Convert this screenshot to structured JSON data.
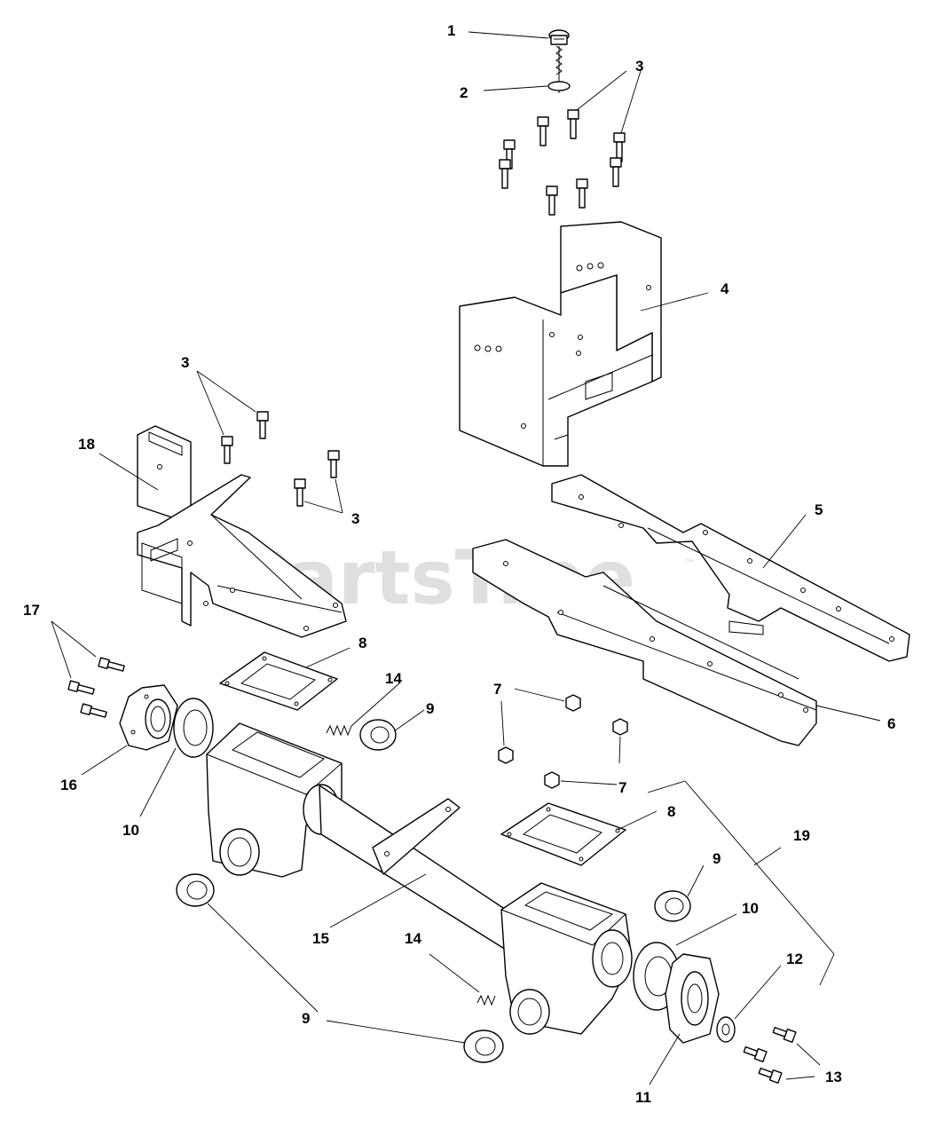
{
  "watermark": {
    "text": "PartsTree",
    "mark": "™"
  },
  "callouts": {
    "c1": "1",
    "c2": "2",
    "c3a": "3",
    "c3b": "3",
    "c3c": "3",
    "c4": "4",
    "c5": "5",
    "c6": "6",
    "c7a": "7",
    "c7b": "7",
    "c8a": "8",
    "c8b": "8",
    "c9a": "9",
    "c9b": "9",
    "c9c": "9",
    "c10a": "10",
    "c10b": "10",
    "c11": "11",
    "c12": "12",
    "c13": "13",
    "c14a": "14",
    "c14b": "14",
    "c15": "15",
    "c16": "16",
    "c17": "17",
    "c18": "18",
    "c19": "19"
  }
}
